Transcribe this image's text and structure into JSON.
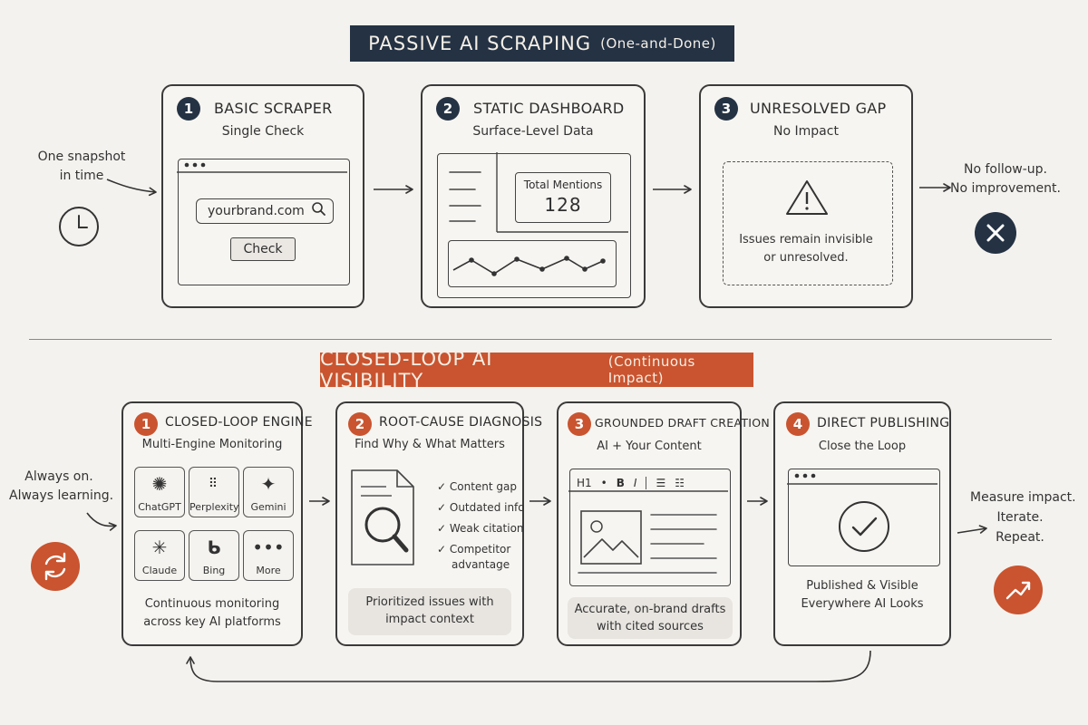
{
  "top": {
    "banner_main": "PASSIVE AI SCRAPING",
    "banner_sub": "(One-and-Done)",
    "left_note": [
      "One snapshot",
      "in time"
    ],
    "right_note": [
      "No follow-up.",
      "No improvement."
    ],
    "cards": [
      {
        "num": "1",
        "title": "BASIC SCRAPER",
        "subtitle": "Single Check",
        "input_value": "yourbrand.com",
        "button": "Check"
      },
      {
        "num": "2",
        "title": "STATIC DASHBOARD",
        "subtitle": "Surface-Level Data",
        "stat_label": "Total Mentions",
        "stat_value": "128"
      },
      {
        "num": "3",
        "title": "UNRESOLVED GAP",
        "subtitle": "No Impact",
        "message": [
          "Issues remain invisible",
          "or unresolved."
        ]
      }
    ]
  },
  "bottom": {
    "banner_main": "CLOSED-LOOP AI VISIBILITY",
    "banner_sub": "(Continuous Impact)",
    "left_note": [
      "Always on.",
      "Always learning."
    ],
    "right_note": [
      "Measure impact.",
      "Iterate.",
      "Repeat."
    ],
    "cards": [
      {
        "num": "1",
        "title": "CLOSED-LOOP ENGINE",
        "subtitle": "Multi-Engine Monitoring",
        "platforms": [
          "ChatGPT",
          "Perplexity",
          "Gemini",
          "Claude",
          "Bing",
          "More"
        ],
        "footer": [
          "Continuous monitoring",
          "across key AI platforms"
        ]
      },
      {
        "num": "2",
        "title": "ROOT-CAUSE DIAGNOSIS",
        "subtitle": "Find Why & What Matters",
        "checks": [
          "Content gap",
          "Outdated info",
          "Weak citation",
          "Competitor",
          "advantage"
        ],
        "footer": [
          "Prioritized issues with",
          "impact context"
        ]
      },
      {
        "num": "3",
        "title": "GROUNDED DRAFT CREATION",
        "subtitle": "AI + Your Content",
        "toolbar": [
          "H1",
          "•",
          "B",
          "I"
        ],
        "footer": [
          "Accurate, on-brand drafts",
          "with cited sources"
        ]
      },
      {
        "num": "4",
        "title": "DIRECT PUBLISHING",
        "subtitle": "Close the Loop",
        "footer": [
          "Published & Visible",
          "Everywhere AI Looks"
        ]
      }
    ]
  },
  "colors": {
    "dark": "#243244",
    "accent": "#c9542f",
    "paper": "#f4f2ee"
  }
}
